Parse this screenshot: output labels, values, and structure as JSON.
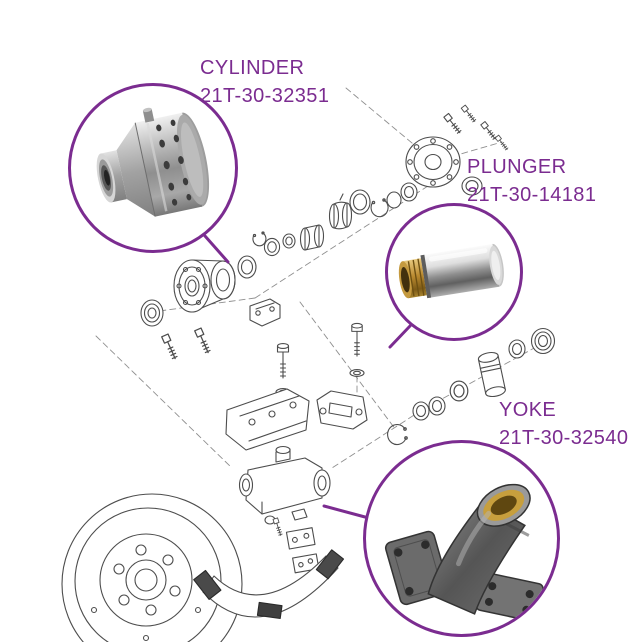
{
  "accent_color": "#7B2C90",
  "callouts": {
    "cylinder": {
      "label": "CYLINDER",
      "part_number": "21T-30-32351"
    },
    "plunger": {
      "label": "PLUNGER",
      "part_number": "21T-30-14181"
    },
    "yoke": {
      "label": "YOKE",
      "part_number": "21T-30-32540"
    }
  }
}
